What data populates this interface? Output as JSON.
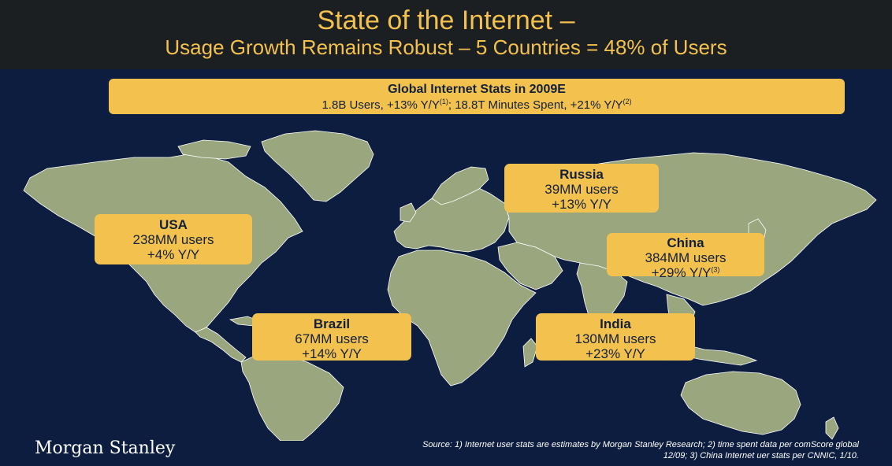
{
  "title": {
    "line1": "State of the Internet –",
    "line2": "Usage Growth Remains Robust – 5 Countries = 48% of Users"
  },
  "global_stats": {
    "heading": "Global Internet Stats in 2009E",
    "users": "1.8B Users, +13% Y/Y",
    "users_note": "(1)",
    "minutes": "; 18.8T Minutes Spent, +21% Y/Y",
    "minutes_note": "(2)"
  },
  "countries": [
    {
      "name": "USA",
      "users": "238MM users",
      "growth": "+4% Y/Y",
      "note": ""
    },
    {
      "name": "Russia",
      "users": "39MM users",
      "growth": "+13% Y/Y",
      "note": ""
    },
    {
      "name": "China",
      "users": "384MM users",
      "growth": "+29% Y/Y",
      "note": "(3)"
    },
    {
      "name": "Brazil",
      "users": "67MM users",
      "growth": "+14% Y/Y",
      "note": ""
    },
    {
      "name": "India",
      "users": "130MM users",
      "growth": "+23% Y/Y",
      "note": ""
    }
  ],
  "footer": {
    "logo": "Morgan Stanley",
    "source_line1": "Source: 1) Internet user stats are estimates by Morgan Stanley Research; 2) time spent data per comScore global",
    "source_line2": "12/09; 3) China Internet uer stats per CNNIC, 1/10."
  },
  "colors": {
    "background": "#0d1d3f",
    "accent": "#f2c14e",
    "land": "#9aa67e"
  }
}
